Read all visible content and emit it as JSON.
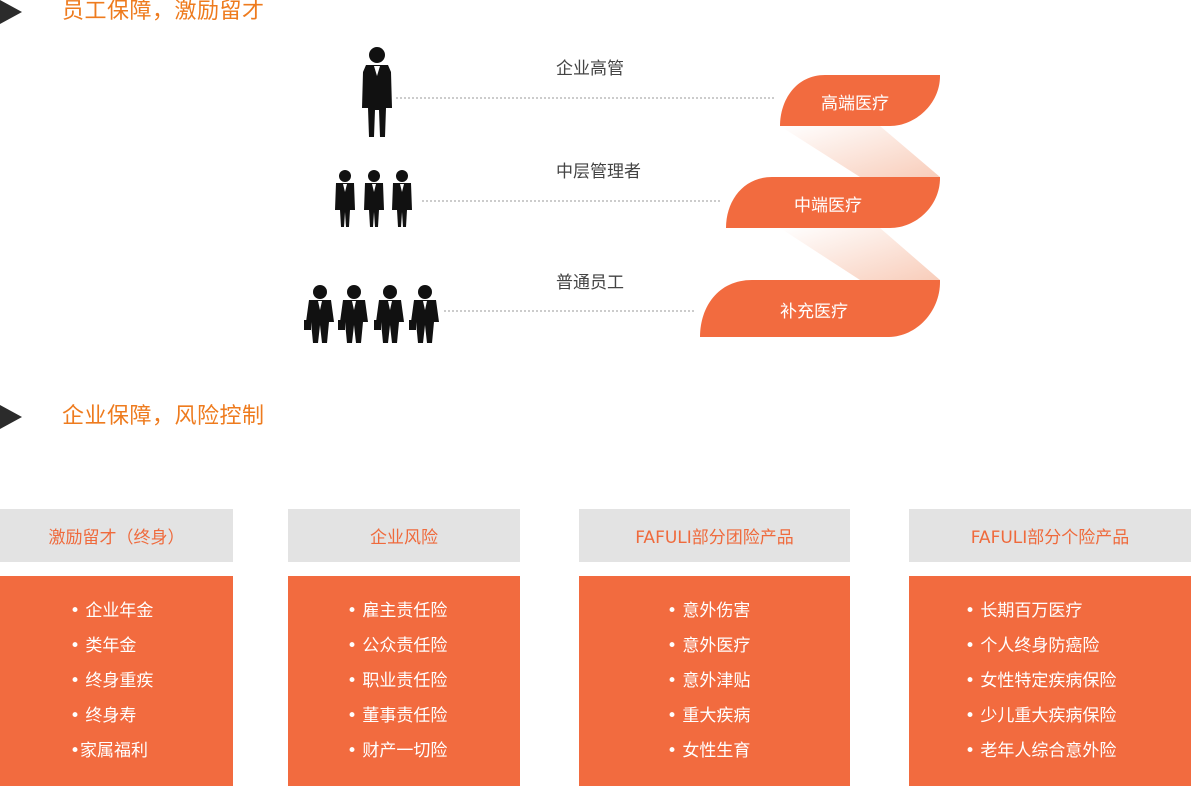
{
  "section1": {
    "title": "员工保障，激励留才"
  },
  "section2": {
    "title": "企业保障，风险控制"
  },
  "tiers": [
    {
      "label": "企业高管",
      "benefit": "高端医疗",
      "icon": "single-executive-icon"
    },
    {
      "label": "中层管理者",
      "benefit": "中端医疗",
      "icon": "three-managers-icon"
    },
    {
      "label": "普通员工",
      "benefit": "补充医疗",
      "icon": "four-employees-icon"
    }
  ],
  "colors": {
    "accent": "#f26b3f",
    "title": "#ee7b1e",
    "header_bg": "#e3e3e3",
    "silhouette": "#111111"
  },
  "categories": [
    {
      "title": "激励留才（终身）",
      "items": [
        "• 企业年金",
        "• 类年金",
        "• 终身重疾",
        "• 终身寿",
        "•家属福利"
      ]
    },
    {
      "title": "企业风险",
      "items": [
        "• 雇主责任险",
        "• 公众责任险",
        "• 职业责任险",
        "• 董事责任险",
        "• 财产一切险"
      ]
    },
    {
      "title": "FAFULI部分团险产品",
      "items": [
        "• 意外伤害",
        "• 意外医疗",
        "• 意外津贴",
        "• 重大疾病",
        "• 女性生育"
      ]
    },
    {
      "title": "FAFULI部分个险产品",
      "items": [
        "• 长期百万医疗",
        "• 个人终身防癌险",
        "• 女性特定疾病保险",
        "• 少儿重大疾病保险",
        "• 老年人综合意外险"
      ]
    }
  ]
}
